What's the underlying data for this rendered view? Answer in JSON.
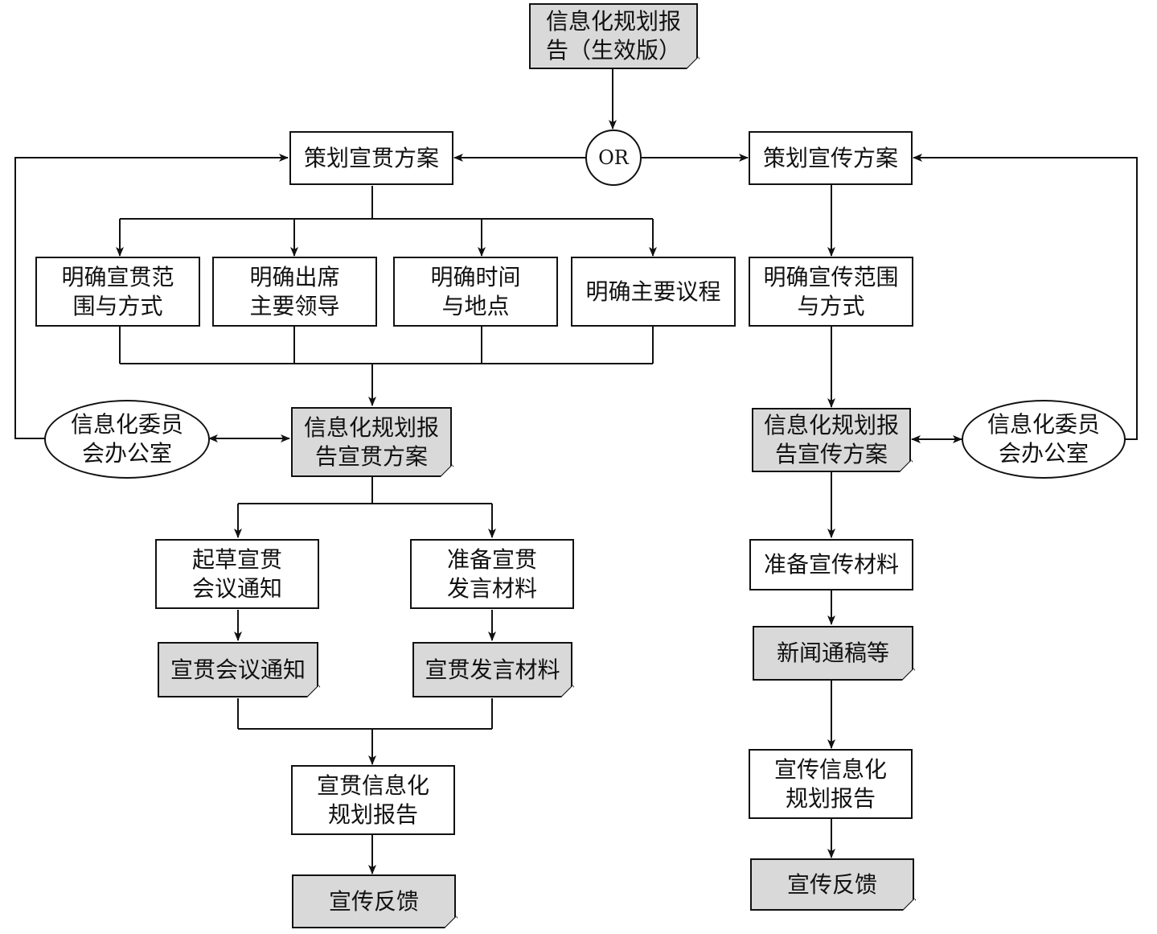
{
  "colors": {
    "doc_fill": "#d9d9d9",
    "line": "#111111",
    "box_fill": "#ffffff"
  },
  "nodes": {
    "report_effective": "信息化规划报\n告（生效版）",
    "or": "OR",
    "plan_implement": "策划宣贯方案",
    "plan_publicity": "策划宣传方案",
    "scope_method": "明确宣贯范\n围与方式",
    "attending_leaders": "明确出席\n主要领导",
    "time_place": "明确时间\n与地点",
    "main_agenda": "明确主要议程",
    "publicity_scope": "明确宣传范围\n与方式",
    "office_left": "信息化委员\n会办公室",
    "implement_plan_doc": "信息化规划报\n告宣贯方案",
    "publicity_plan_doc": "信息化规划报\n告宣传方案",
    "office_right": "信息化委员\n会办公室",
    "draft_notice": "起草宣贯\n会议通知",
    "prepare_speech": "准备宣贯\n发言材料",
    "prepare_publicity_material": "准备宣传材料",
    "meeting_notice_doc": "宣贯会议通知",
    "speech_material_doc": "宣贯发言材料",
    "press_release_doc": "新闻通稿等",
    "implement_report": "宣贯信息化\n规划报告",
    "publicity_report": "宣传信息化\n规划报告",
    "feedback_left": "宣传反馈",
    "feedback_right": "宣传反馈"
  }
}
